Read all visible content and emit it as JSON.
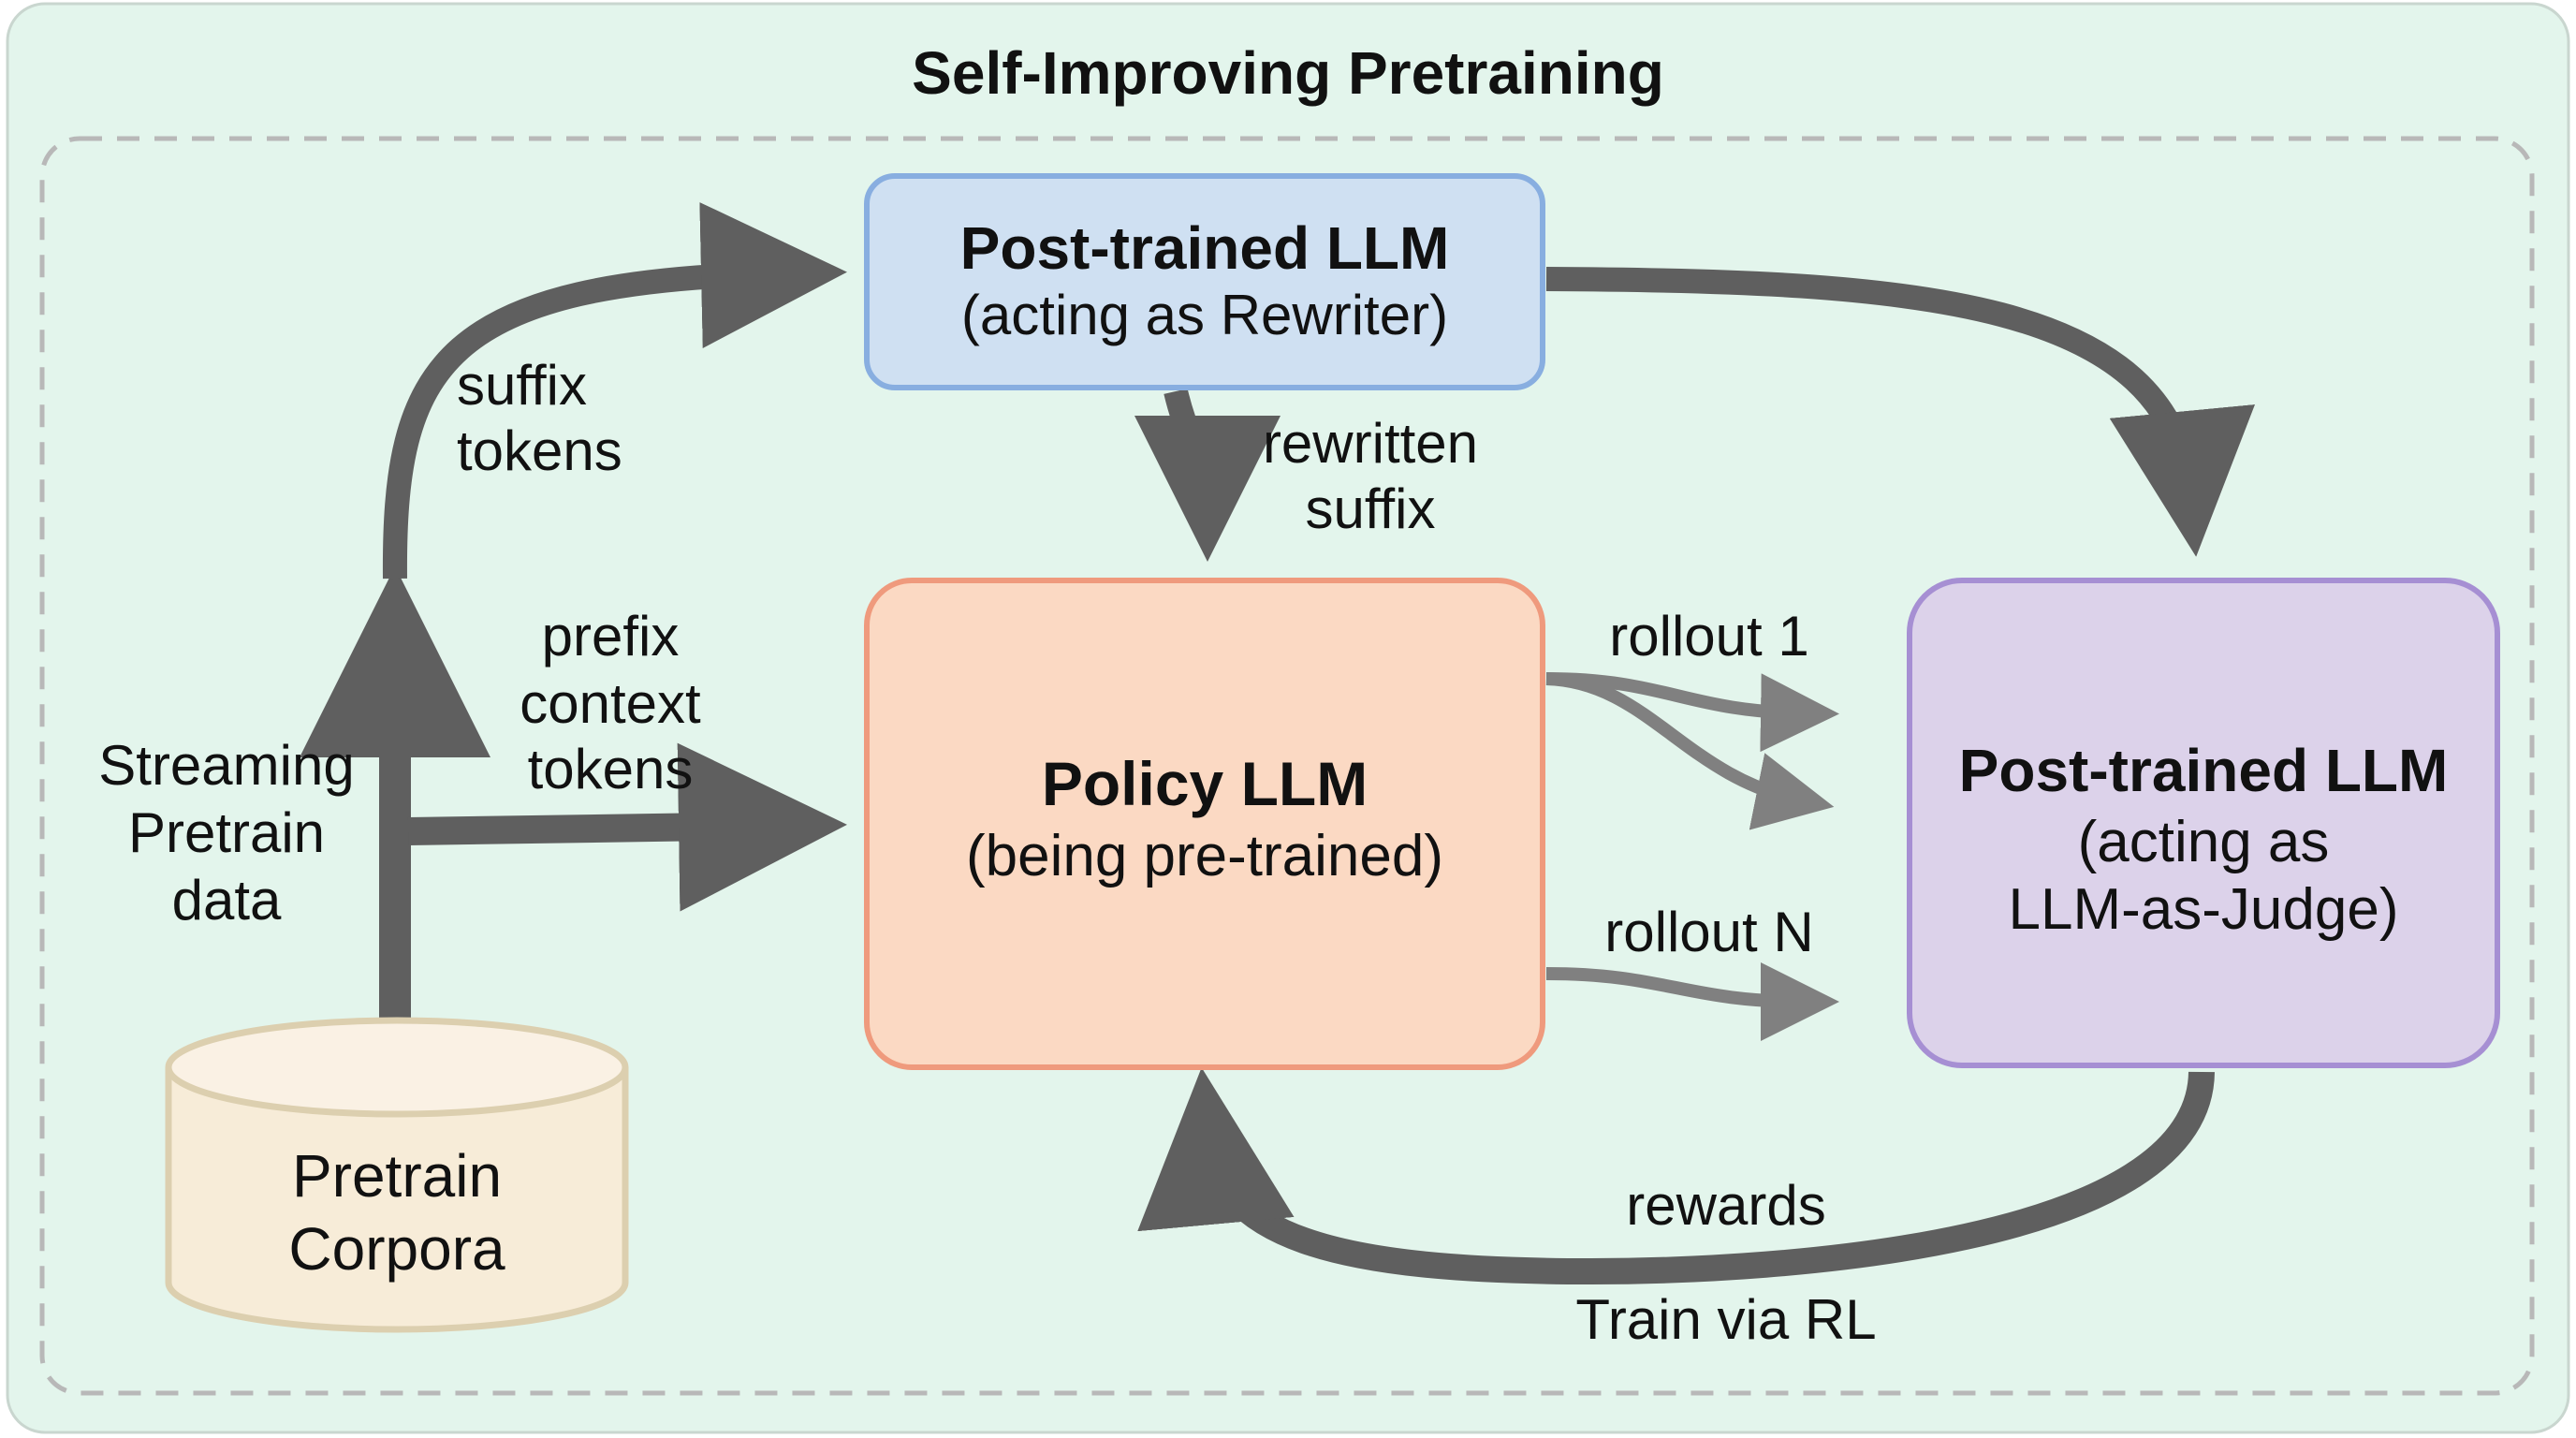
{
  "title": "Self-Improving Pretraining",
  "nodes": {
    "rewriter": {
      "title": "Post-trained LLM",
      "subtitle": "(acting as Rewriter)"
    },
    "policy": {
      "title": "Policy LLM",
      "subtitle": "(being pre-trained)"
    },
    "judge": {
      "title": "Post-trained LLM",
      "subtitle_line1": "(acting as",
      "subtitle_line2": "LLM-as-Judge)"
    },
    "corpora": {
      "line1": "Pretrain",
      "line2": "Corpora"
    }
  },
  "labels": {
    "suffix_tokens": [
      "suffix",
      "tokens"
    ],
    "prefix_context_tokens": [
      "prefix",
      "context",
      "tokens"
    ],
    "streaming": [
      "Streaming",
      "Pretrain",
      "data"
    ],
    "rewritten_suffix": [
      "rewritten",
      "suffix"
    ],
    "rollout_1": "rollout 1",
    "rollout_n": "rollout N",
    "rewards": "rewards",
    "train_via_rl": "Train via RL"
  },
  "colors": {
    "background": "#e3f5ec",
    "arrow": "#5f5f5f",
    "rewriter_fill": "#cfe0f2",
    "rewriter_stroke": "#88aee0",
    "policy_fill": "#fbd9c3",
    "policy_stroke": "#ef9a7d",
    "judge_fill": "#dcd2ea",
    "judge_stroke": "#a68fd3",
    "corpora_fill": "#f7ecd8",
    "corpora_stroke": "#dccfaf"
  }
}
